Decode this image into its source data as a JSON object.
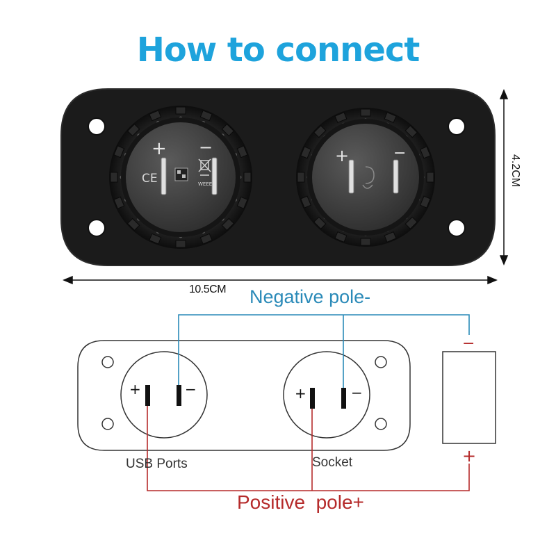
{
  "title": "How to connect",
  "dimensions": {
    "width": "10.5CM",
    "height": "4.2CM"
  },
  "photo": {
    "usb_socket": {
      "plus": "+",
      "minus": "−",
      "ce_mark": "CE",
      "weee_text": "WEEE"
    },
    "power_socket": {
      "plus": "+",
      "minus": "−"
    }
  },
  "wiring": {
    "negative_label": "Negative pole-",
    "positive_label": "Positive  pole+",
    "usb_label": "USB Ports",
    "socket_label": "Socket",
    "plus_sign": "+",
    "minus_sign": "−",
    "battery_minus": "−",
    "battery_plus": "+"
  },
  "colors": {
    "title": "#1ea3dc",
    "negative": "#2a8ab8",
    "positive": "#b52a2a",
    "panel": "#1b1b1b",
    "socket": "#3a3a3a",
    "outline": "#333333"
  }
}
